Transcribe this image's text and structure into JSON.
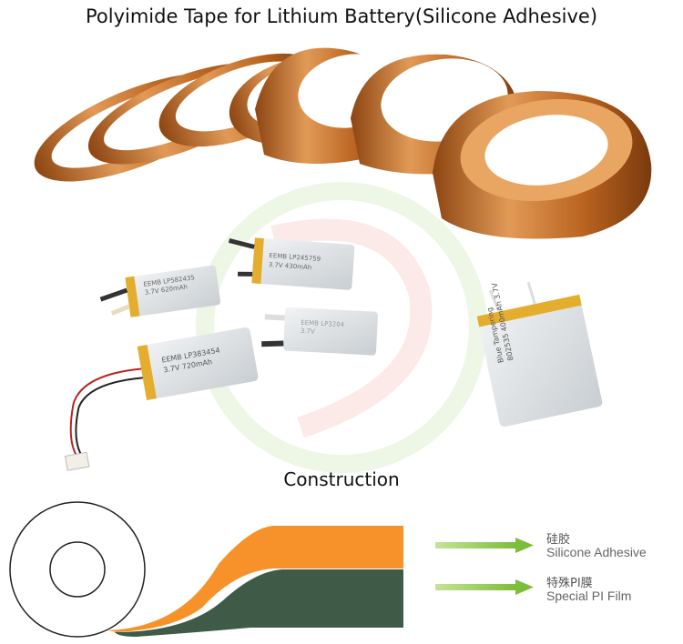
{
  "title": "Polyimide Tape for Lithium Battery(Silicone Adhesive)",
  "subtitle": "Construction",
  "batteries": [
    {
      "line1": "EEMB LP582435",
      "line2": "3.7V 620mAh"
    },
    {
      "line1": "EEMB LP245759",
      "line2": "3.7V 430mAh"
    },
    {
      "line1": "EEMB LP383454",
      "line2": "3.7V 720mAh"
    },
    {
      "line1": "EEMB LP3204",
      "line2": "3.7V"
    },
    {
      "line1": "Blue Tampering",
      "line2": "802535 400mAh 3.7V"
    }
  ],
  "legend": [
    {
      "cn": "硅胶",
      "en": "Silicone Adhesive",
      "color": "#f7922a"
    },
    {
      "cn": "特殊PI膜",
      "en": "Special PI Film",
      "color": "#3f5b48"
    }
  ],
  "colors": {
    "tape_amber": "#b8621e",
    "tape_light": "#e7a560",
    "tape_dark": "#7a3a0e",
    "battery_body": "#dfe3e6",
    "battery_edge": "#e4ad2e",
    "arrow_green": "#8cc63f",
    "adhesive_orange": "#f7922a",
    "film_green": "#3f5b48"
  }
}
